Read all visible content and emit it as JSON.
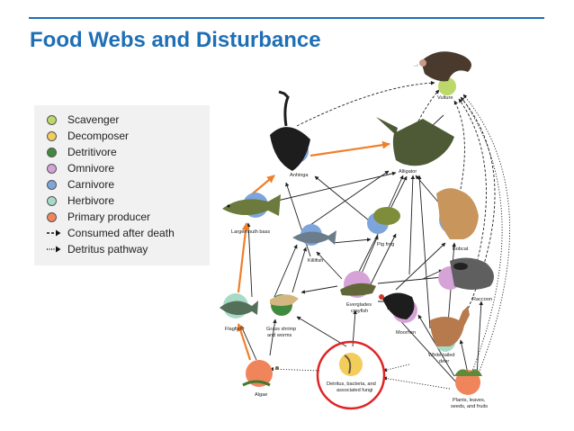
{
  "slide": {
    "title": "Food Webs and Disturbance"
  },
  "legend": {
    "items": [
      {
        "label": "Scavenger",
        "color": "#bcd86a"
      },
      {
        "label": "Decomposer",
        "color": "#f3cd5b"
      },
      {
        "label": "Detritivore",
        "color": "#3f8a3f"
      },
      {
        "label": "Omnivore",
        "color": "#d6a3d8"
      },
      {
        "label": "Carnivore",
        "color": "#7ea5db"
      },
      {
        "label": "Herbivore",
        "color": "#a8dbc6"
      },
      {
        "label": "Primary producer",
        "color": "#f0855c"
      }
    ],
    "arrows": [
      {
        "label": "Consumed after death",
        "style": "dashed"
      },
      {
        "label": "Detritus pathway",
        "style": "dotted"
      }
    ]
  },
  "organisms": {
    "vulture": "Vulture",
    "anhinga": "Anhinga",
    "alligator": "Alligator",
    "largemouth_bass": "Largemouth bass",
    "bobcat": "Bobcat",
    "pig_frog": "Pig frog",
    "killifish": "Killifish",
    "raccoon": "Raccoon",
    "everglades_crayfish_1": "Everglades",
    "everglades_crayfish_2": "crayfish",
    "flagfish": "Flagfish",
    "grass_shrimp_1": "Grass shrimp",
    "grass_shrimp_2": "and worms",
    "moorhen": "Moorhen",
    "deer_1": "White-tailed",
    "deer_2": "deer",
    "algae": "Algae",
    "detritus_1": "Detritus, bacteria, and",
    "detritus_2": "associated fungi",
    "plants_1": "Plants, leaves,",
    "plants_2": "seeds, and fruits"
  },
  "colors": {
    "accent": "#1f6fb6",
    "highlight_ring": "#e02424",
    "orange_arrow": "#f07f2a"
  }
}
